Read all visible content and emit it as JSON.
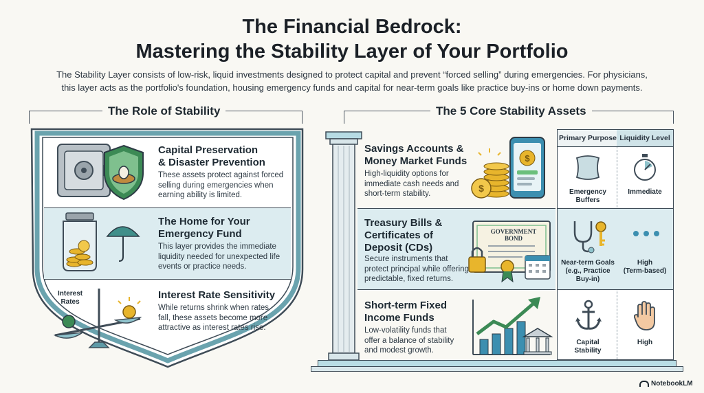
{
  "header": {
    "title_line1": "The Financial Bedrock:",
    "title_line2": "Mastering the Stability Layer of Your Portfolio",
    "intro_line1": "The Stability Layer consists of low-risk, liquid investments designed to protect capital and prevent “forced selling” during emergencies. For physicians,",
    "intro_line2": "this layer acts as the portfolio's foundation, housing emergency funds and capital for near-term goals like practice buy-ins or home down payments."
  },
  "left": {
    "heading": "The Role of Stability",
    "cards": [
      {
        "title_l1": "Capital Preservation",
        "title_l2": "& Disaster Prevention",
        "text_l1": "These assets protect against forced",
        "text_l2": "selling during emergencies when",
        "text_l3": "earning ability is limited."
      },
      {
        "title_l1": "The Home for Your",
        "title_l2": "Emergency Fund",
        "text_l1": "This layer provides the immediate",
        "text_l2": "liquidity needed for unexpected life",
        "text_l3": "events or practice needs."
      },
      {
        "title_l1": "Interest Rate Sensitivity",
        "title_l2": "",
        "text_l1": "While returns shrink when rates",
        "text_l2": "fall, these assets become more",
        "text_l3": "attractive as interest rates rise."
      }
    ],
    "scale_label_l1": "Interest",
    "scale_label_l2": "Rates"
  },
  "right": {
    "heading": "The 5 Core Stability Assets",
    "assets": [
      {
        "title_l1": "Savings Accounts &",
        "title_l2": "Money Market Funds",
        "title_l3": "",
        "text_l1": "High-liquidity options for",
        "text_l2": "immediate cash needs and",
        "text_l3": "short-term stability."
      },
      {
        "title_l1": "Treasury Bills &",
        "title_l2": "Certificates of",
        "title_l3": "Deposit (CDs)",
        "text_l1": "Secure instruments that",
        "text_l2": "protect principal while offering",
        "text_l3": "predictable, fixed returns."
      },
      {
        "title_l1": "Short-term Fixed",
        "title_l2": "Income Funds",
        "title_l3": "",
        "text_l1": "Low-volatility funds that",
        "text_l2": "offer a balance of stability",
        "text_l3": "and modest growth."
      }
    ],
    "bond_label": "GOVERNMENT BOND",
    "table": {
      "col1": "Primary Purpose",
      "col2": "Liquidity Level",
      "rows": [
        {
          "purpose_l1": "Emergency",
          "purpose_l2": "Buffers",
          "purpose_l3": "",
          "liquidity_l1": "Immediate",
          "liquidity_l2": ""
        },
        {
          "purpose_l1": "Near-term Goals",
          "purpose_l2": "(e.g., Practice",
          "purpose_l3": "Buy-in)",
          "liquidity_l1": "High",
          "liquidity_l2": "(Term-based)"
        },
        {
          "purpose_l1": "Capital",
          "purpose_l2": "Stability",
          "purpose_l3": "",
          "liquidity_l1": "High",
          "liquidity_l2": ""
        }
      ]
    }
  },
  "footer": {
    "brand": "NotebookLM"
  },
  "colors": {
    "teal": "#5e9aa6",
    "band": "#dcecf0",
    "gold": "#e8b52c",
    "green": "#3c8a55",
    "steel": "#8a929a"
  }
}
